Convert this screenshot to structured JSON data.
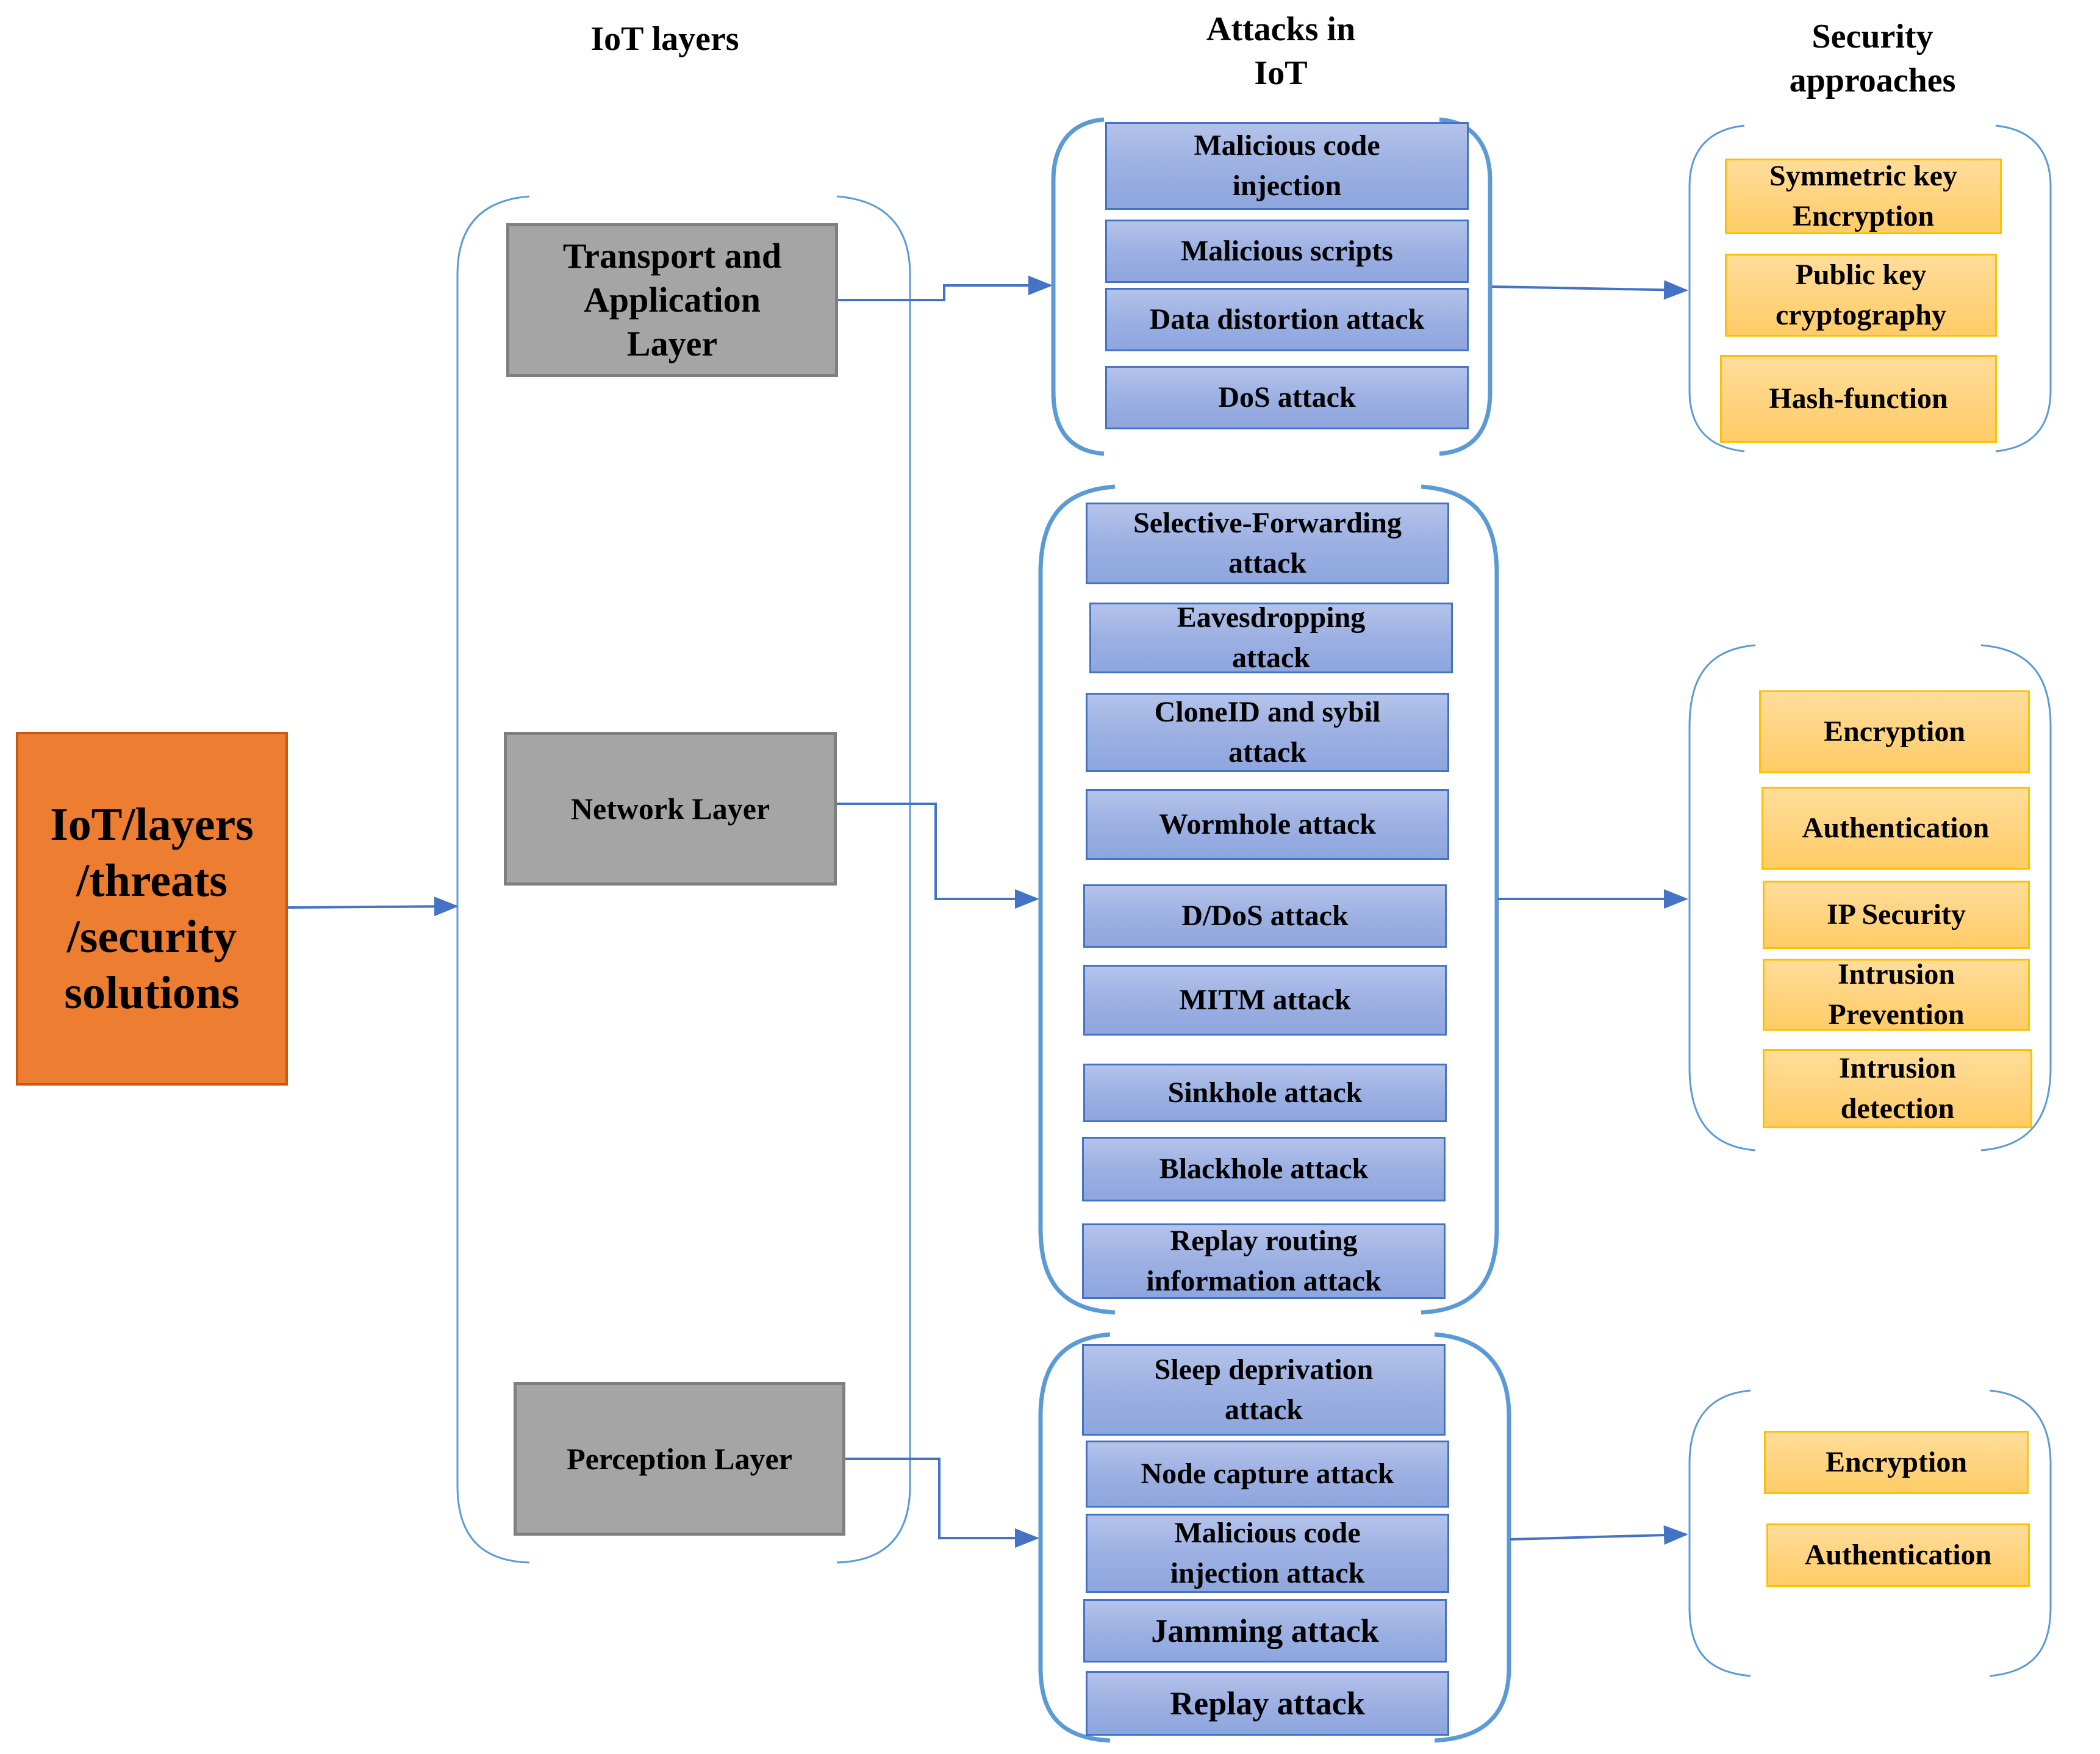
{
  "headings": {
    "iot_layers": "IoT layers",
    "attacks": "Attacks in\nIoT",
    "security": "Security\napproaches"
  },
  "root": {
    "label": "IoT/layers\n/threats\n/security\nsolutions"
  },
  "layers": [
    {
      "label": "Transport and\nApplication\nLayer"
    },
    {
      "label": "Network Layer"
    },
    {
      "label": "Perception Layer"
    }
  ],
  "attacks": {
    "transport_application": [
      "Malicious code\ninjection",
      "Malicious scripts",
      "Data distortion attack",
      "DoS attack"
    ],
    "network": [
      "Selective-Forwarding\nattack",
      "Eavesdropping\nattack",
      "CloneID and sybil\nattack",
      "Wormhole attack",
      "D/DoS attack",
      "MITM attack",
      "Sinkhole attack",
      "Blackhole attack",
      "Replay routing\ninformation attack"
    ],
    "perception": [
      "Sleep deprivation\nattack",
      "Node capture attack",
      "Malicious code\ninjection attack",
      "Jamming attack",
      "Replay attack"
    ]
  },
  "security": {
    "transport_application": [
      "Symmetric key\nEncryption",
      "Public key\ncryptography",
      "Hash-function"
    ],
    "network": [
      "Encryption",
      "Authentication",
      "IP Security",
      "Intrusion\nPrevention",
      "Intrusion\ndetection"
    ],
    "perception": [
      "Encryption",
      "Authentication"
    ]
  },
  "colors": {
    "root_fill": "#ED7D31",
    "layer_fill": "#A5A5A5",
    "attack_fill": "#9CB0E2",
    "security_fill": "#FFD37E",
    "connector": "#4472C4"
  }
}
